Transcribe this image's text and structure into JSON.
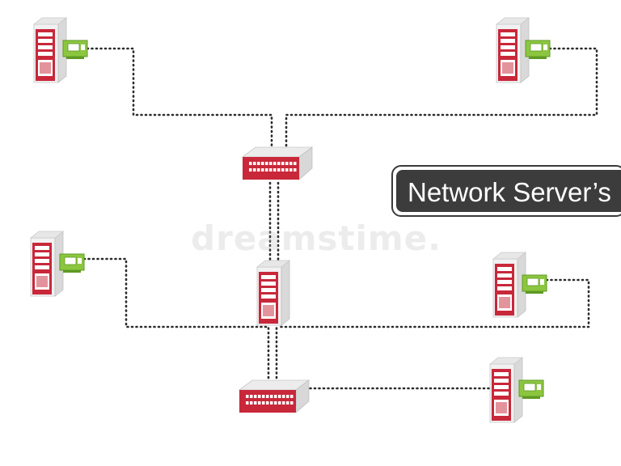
{
  "title_badge": {
    "text": "Network Server’s"
  },
  "watermark": {
    "text": "dreamstime."
  },
  "colors": {
    "server_red": "#c8283a",
    "server_body": "#f1f1f1",
    "nic_green": "#8cc63f",
    "cable": "#2b2b2b",
    "badge_bg": "#3c3c3c"
  },
  "nodes": [
    {
      "id": "server-top-left",
      "kind": "server",
      "nic": true
    },
    {
      "id": "server-top-right",
      "kind": "server",
      "nic": true
    },
    {
      "id": "switch-top",
      "kind": "switch"
    },
    {
      "id": "server-center",
      "kind": "server",
      "nic": false
    },
    {
      "id": "server-mid-left",
      "kind": "server",
      "nic": true
    },
    {
      "id": "server-mid-right",
      "kind": "server",
      "nic": true
    },
    {
      "id": "switch-bottom",
      "kind": "switch"
    },
    {
      "id": "server-bottom-right",
      "kind": "server",
      "nic": true
    }
  ],
  "connections": [
    [
      "server-top-left",
      "switch-top"
    ],
    [
      "server-top-right",
      "switch-top"
    ],
    [
      "switch-top",
      "server-center"
    ],
    [
      "server-mid-left",
      "server-center"
    ],
    [
      "server-mid-right",
      "server-center"
    ],
    [
      "server-center",
      "switch-bottom"
    ],
    [
      "switch-bottom",
      "server-bottom-right"
    ]
  ]
}
